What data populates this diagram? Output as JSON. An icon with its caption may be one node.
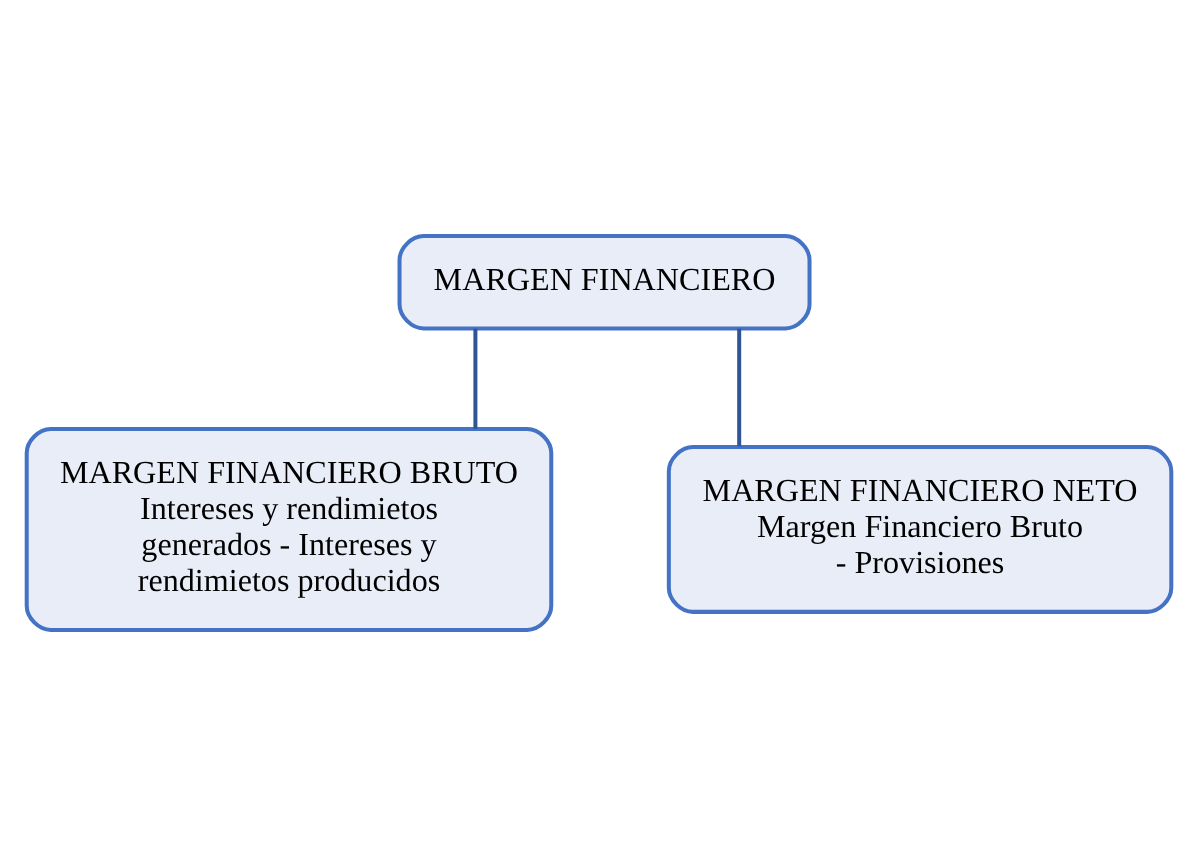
{
  "diagram": {
    "nodes": [
      {
        "text": [
          "MARGEN FINANCIERO"
        ]
      },
      {
        "text": [
          "MARGEN FINANCIERO BRUTO",
          "Intereses y rendimietos generados - Intereses y rendimietos producidos"
        ]
      },
      {
        "text": [
          "MARGEN FINANCIERO NETO",
          "Margen Financiero Bruto - Provisiones"
        ]
      }
    ],
    "edges": [
      {
        "from": 0,
        "to": 1,
        "arrow": "none"
      },
      {
        "from": 0,
        "to": 2,
        "arrow": "none"
      }
    ]
  }
}
